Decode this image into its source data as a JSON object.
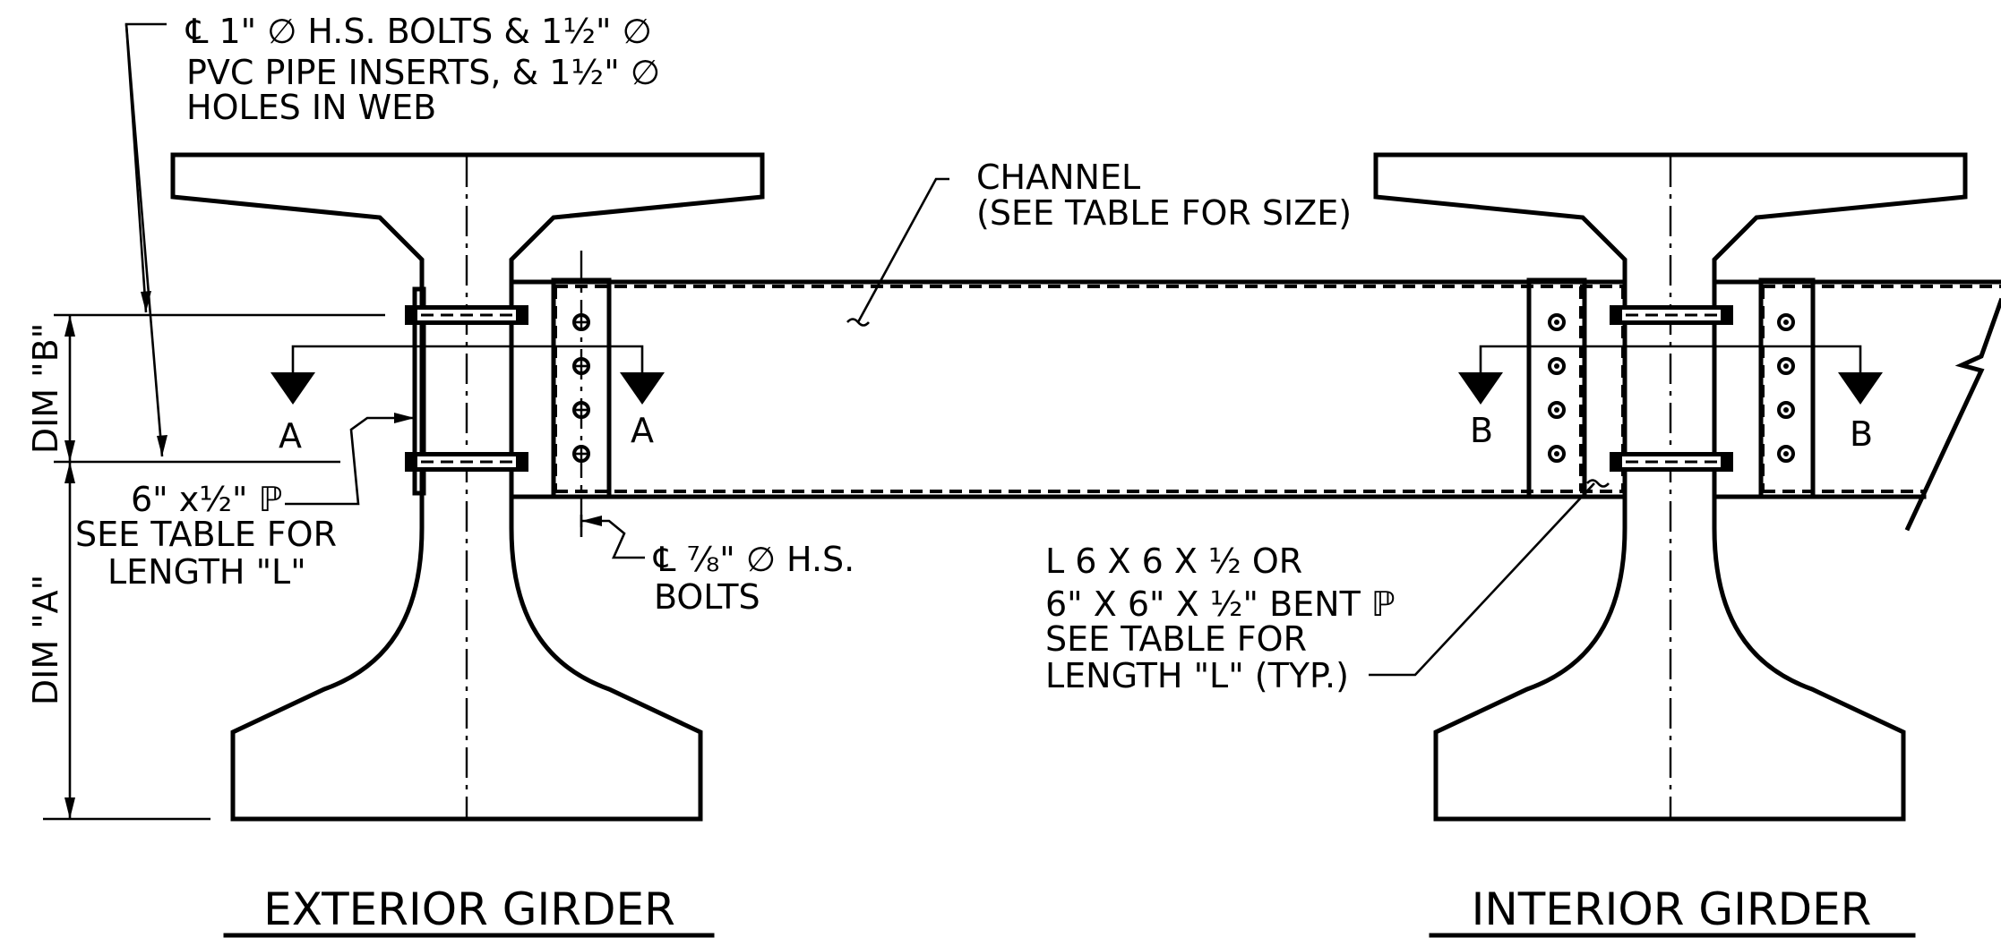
{
  "notes": {
    "bolts_line1": "℄ 1\" ∅ H.S. BOLTS & 1½\" ∅",
    "bolts_line2": "PVC PIPE INSERTS, & 1½\" ∅",
    "bolts_line3": "HOLES IN WEB",
    "channel_line1": "CHANNEL",
    "channel_line2": "(SEE TABLE FOR SIZE)",
    "plate_line1": "6\" x½\" ℙ",
    "plate_line2": "SEE TABLE FOR",
    "plate_line3": "LENGTH \"L\"",
    "small_bolts_line1": "℄ ⅞\" ∅ H.S.",
    "small_bolts_line2": "BOLTS",
    "angle_line1": "L 6 X 6 X ½  OR",
    "angle_line2": "6\" X 6\" X ½\" BENT ℙ",
    "angle_line3": "SEE TABLE FOR",
    "angle_line4": "LENGTH \"L\" (TYP.)"
  },
  "dimensions": {
    "dim_b": "DIM \"B\"",
    "dim_a": "DIM \"A\""
  },
  "sections": {
    "a_left": "A",
    "a_right": "A",
    "b_left": "B",
    "b_right": "B"
  },
  "titles": {
    "exterior": "EXTERIOR GIRDER",
    "interior": "INTERIOR GIRDER"
  }
}
